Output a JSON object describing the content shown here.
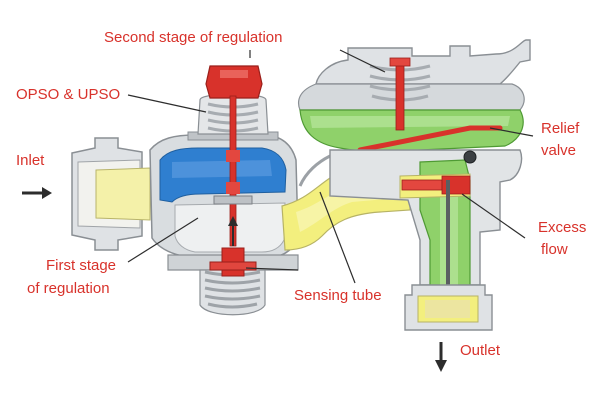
{
  "labels": {
    "second_stage": "Second stage of regulation",
    "opso_upso": "OPSO & UPSO",
    "inlet": "Inlet",
    "first_stage_line1": "First stage",
    "first_stage_line2": "of regulation",
    "sensing_tube": "Sensing tube",
    "relief_line1": "Relief",
    "relief_line2": "valve",
    "excess_line1": "Excess",
    "excess_line2": "flow",
    "outlet": "Outlet"
  },
  "colors": {
    "label_text": "#d8322b",
    "body_gray": "#d9dde0",
    "body_outline": "#8a8f94",
    "inlet_blue": "#2f7fd0",
    "passage_yellow": "#f3ef7e",
    "outlet_green": "#8fd16a",
    "part_red": "#d8322b",
    "spring_gray": "#c8ccd0",
    "arrow_dark": "#2d2d2d"
  }
}
